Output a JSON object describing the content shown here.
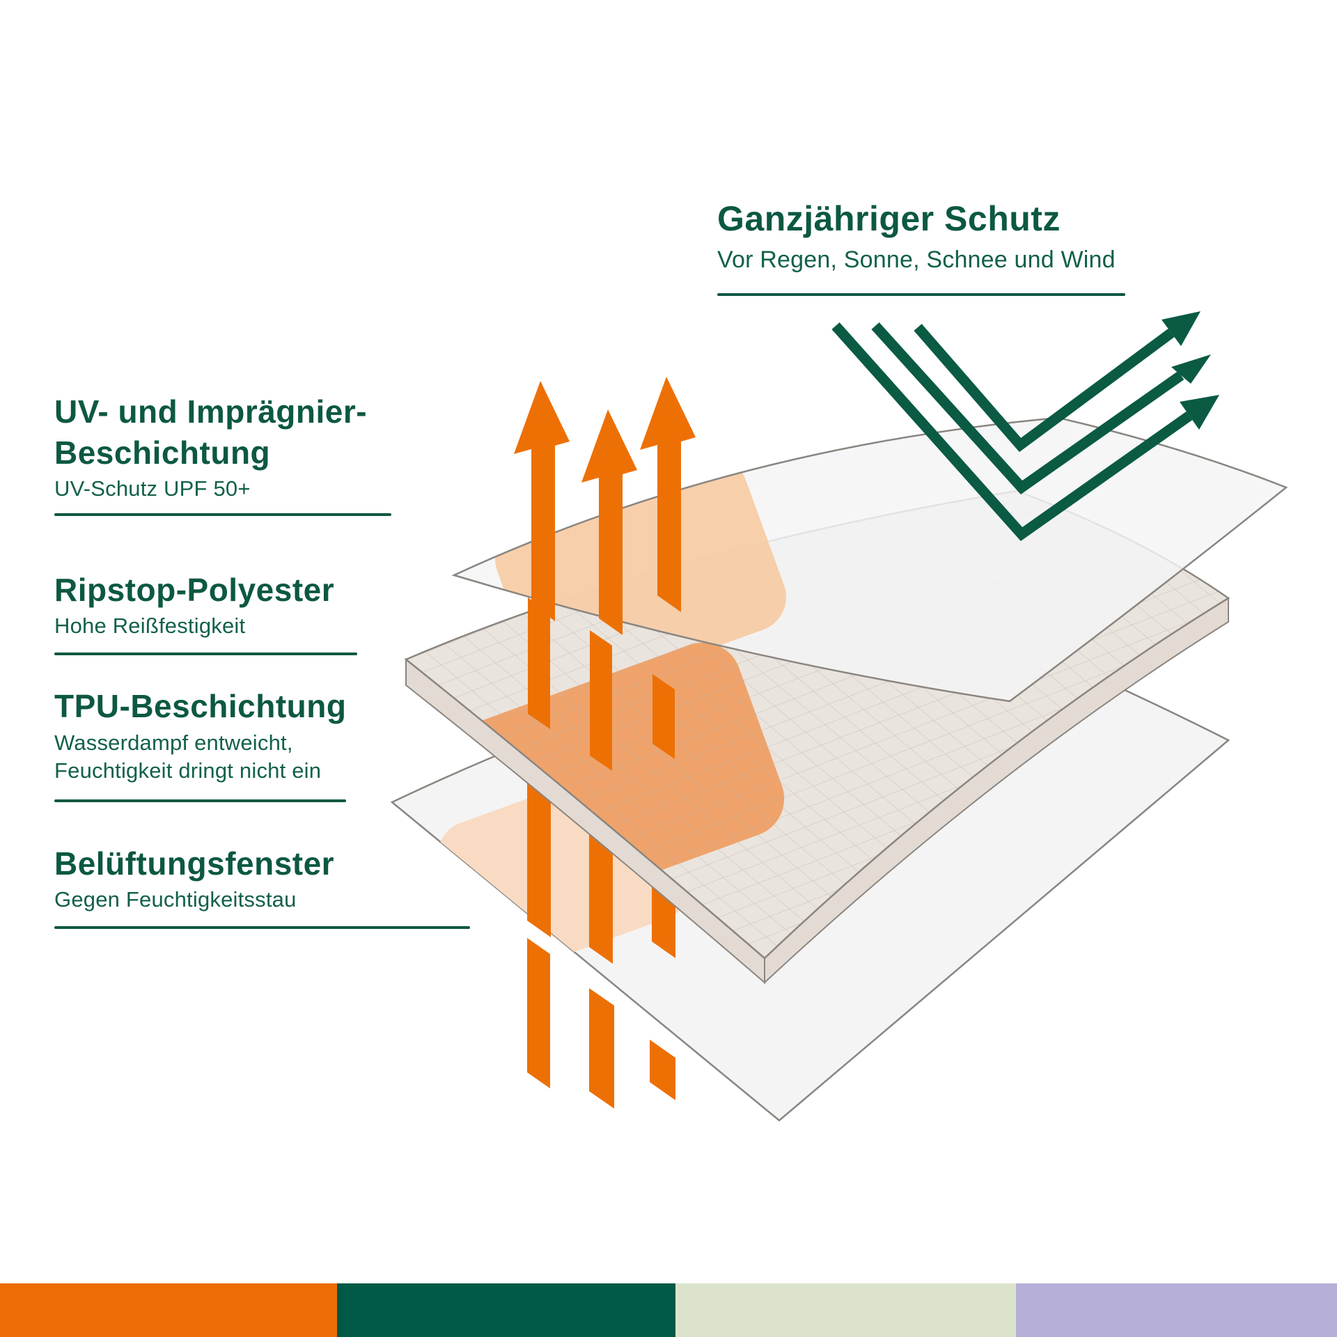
{
  "header": {
    "title": "Ganzjähriger Schutz",
    "subtitle": "Vor Regen, Sonne, Schnee und Wind"
  },
  "features": [
    {
      "title_lines": [
        "UV- und Imprägnier-",
        "Beschichtung"
      ],
      "desc_lines": [
        "UV-Schutz UPF 50+"
      ]
    },
    {
      "title_lines": [
        "Ripstop-Polyester"
      ],
      "desc_lines": [
        "Hohe Reißfestigkeit"
      ]
    },
    {
      "title_lines": [
        "TPU-Beschichtung"
      ],
      "desc_lines": [
        "Wasserdampf entweicht,",
        "Feuchtigkeit dringt nicht ein"
      ]
    },
    {
      "title_lines": [
        "Belüftungsfenster"
      ],
      "desc_lines": [
        "Gegen Feuchtigkeitsstau"
      ]
    }
  ],
  "colors": {
    "text_green": "#0C5843",
    "arrow_green": "#0A5A44",
    "arrow_orange": "#ED7005",
    "patch_strong": "#EFA36B",
    "patch_soft": "#F6CBA4",
    "patch_pale": "#F8DBC2",
    "sheet_fill": "#F4F4F5",
    "slab_fill": "#EAE4DE",
    "slab_side": "#E3DBD3",
    "outline_gray": "#8A8580",
    "grid_line": "#BCB1A7"
  },
  "diagram": {
    "icons": [
      "airflow-up-arrow-icon",
      "reflection-arrow-icon"
    ],
    "layers": [
      "uv-coating-sheet",
      "ripstop-grid-layer",
      "tpu-membrane-sheet"
    ]
  },
  "palette_strip": [
    {
      "name": "orange",
      "hex": "#ED6C05"
    },
    {
      "name": "dark-green",
      "hex": "#005945"
    },
    {
      "name": "sage",
      "hex": "#DCE3CC"
    },
    {
      "name": "lavender",
      "hex": "#B6AFD8"
    }
  ]
}
